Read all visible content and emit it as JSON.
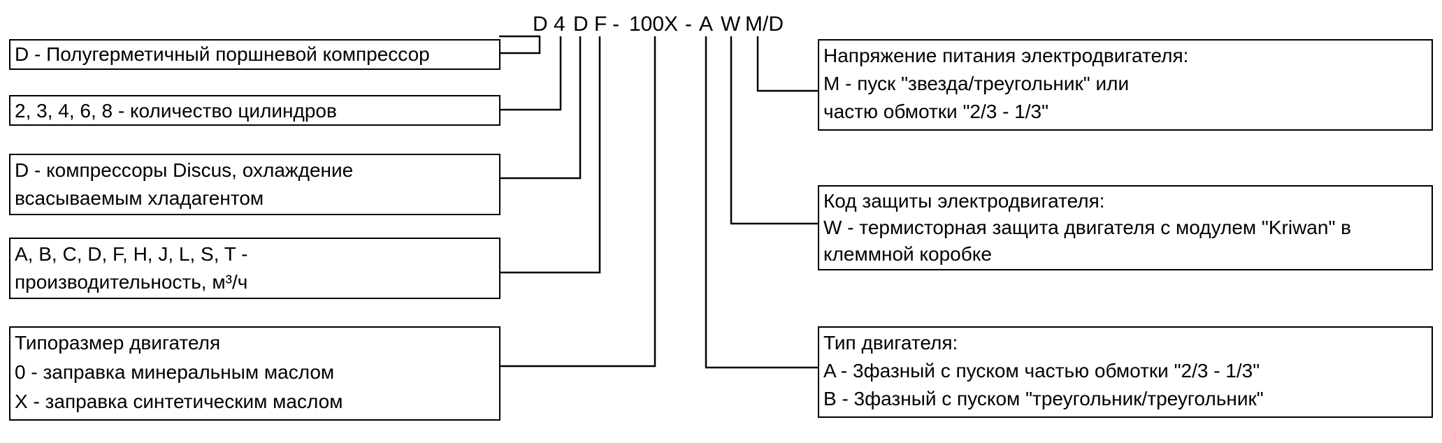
{
  "model_code": {
    "D1": "D",
    "cyl": "4",
    "D2": "D",
    "F": "F",
    "dash1": "-",
    "motor": "100X",
    "dash2": "-",
    "A": "A",
    "W": "W",
    "MD": "M/D"
  },
  "left_boxes": {
    "compressor_type": [
      "D - Полугерметичный поршневой компрессор"
    ],
    "cylinders": [
      "2, 3, 4, 6, 8 - количество цилиндров"
    ],
    "cooling": [
      "D - компрессоры Discus, охлаждение",
      "всасываемым хладагентом"
    ],
    "displacement": [
      "A, B, C, D,  F, H, J, L, S, T -",
      "производительность, м³/ч"
    ],
    "motor_size": [
      "Типоразмер двигателя",
      "0 - заправка минеральным маслом",
      "X - заправка синтетическим маслом"
    ]
  },
  "right_boxes": {
    "voltage": [
      "Напряжение питания электродвигателя:",
      "M - пуск \"звезда/треугольник\" или",
      "частю обмотки \"2/3 - 1/3\""
    ],
    "protection": [
      "Код защиты электродвигателя:",
      "W - термисторная защита двигателя с модулем \"Kriwan\" в",
      "клеммной коробке"
    ],
    "motor_type": [
      "Тип двигателя:",
      "A - 3фазный с пуском частью обмотки \"2/3 - 1/3\"",
      "B - 3фазный с пуском \"треугольник/треугольник\""
    ]
  }
}
